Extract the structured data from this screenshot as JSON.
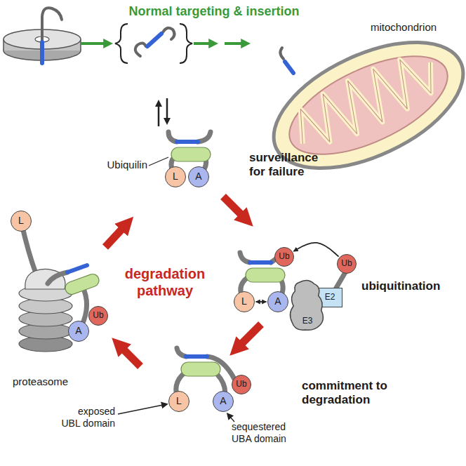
{
  "diagram": {
    "nodes": [
      {
        "text": [
          "L"
        ]
      },
      {
        "text": [
          "A"
        ]
      },
      {
        "text": [
          "L"
        ]
      },
      {
        "text": [
          "Ub"
        ]
      },
      {
        "text": [
          "Ub"
        ]
      },
      {
        "text": [
          "E2"
        ]
      },
      {
        "text": [
          "E3"
        ]
      },
      {
        "text": [
          "L"
        ]
      },
      {
        "text": [
          "A"
        ]
      },
      {
        "text": [
          "Ub"
        ]
      },
      {
        "text": [
          "A"
        ]
      },
      {
        "text": [
          "Ub"
        ]
      },
      {
        "text": [
          "L"
        ]
      },
      {
        "text": [
          "A"
        ]
      }
    ],
    "edges": [
      {
        "from": 4,
        "to": 3,
        "arrow": "to"
      },
      {
        "from": 8,
        "to": 7,
        "arrow": "both"
      }
    ],
    "labels": [
      "Normal targeting & insertion",
      "mitochondrion",
      "Ubiquilin",
      "surveillance for failure",
      "ubiquitination",
      "degradation pathway",
      "proteasome",
      "commitment to degradation",
      "exposed UBL domain",
      "sequestered UBA domain"
    ]
  }
}
